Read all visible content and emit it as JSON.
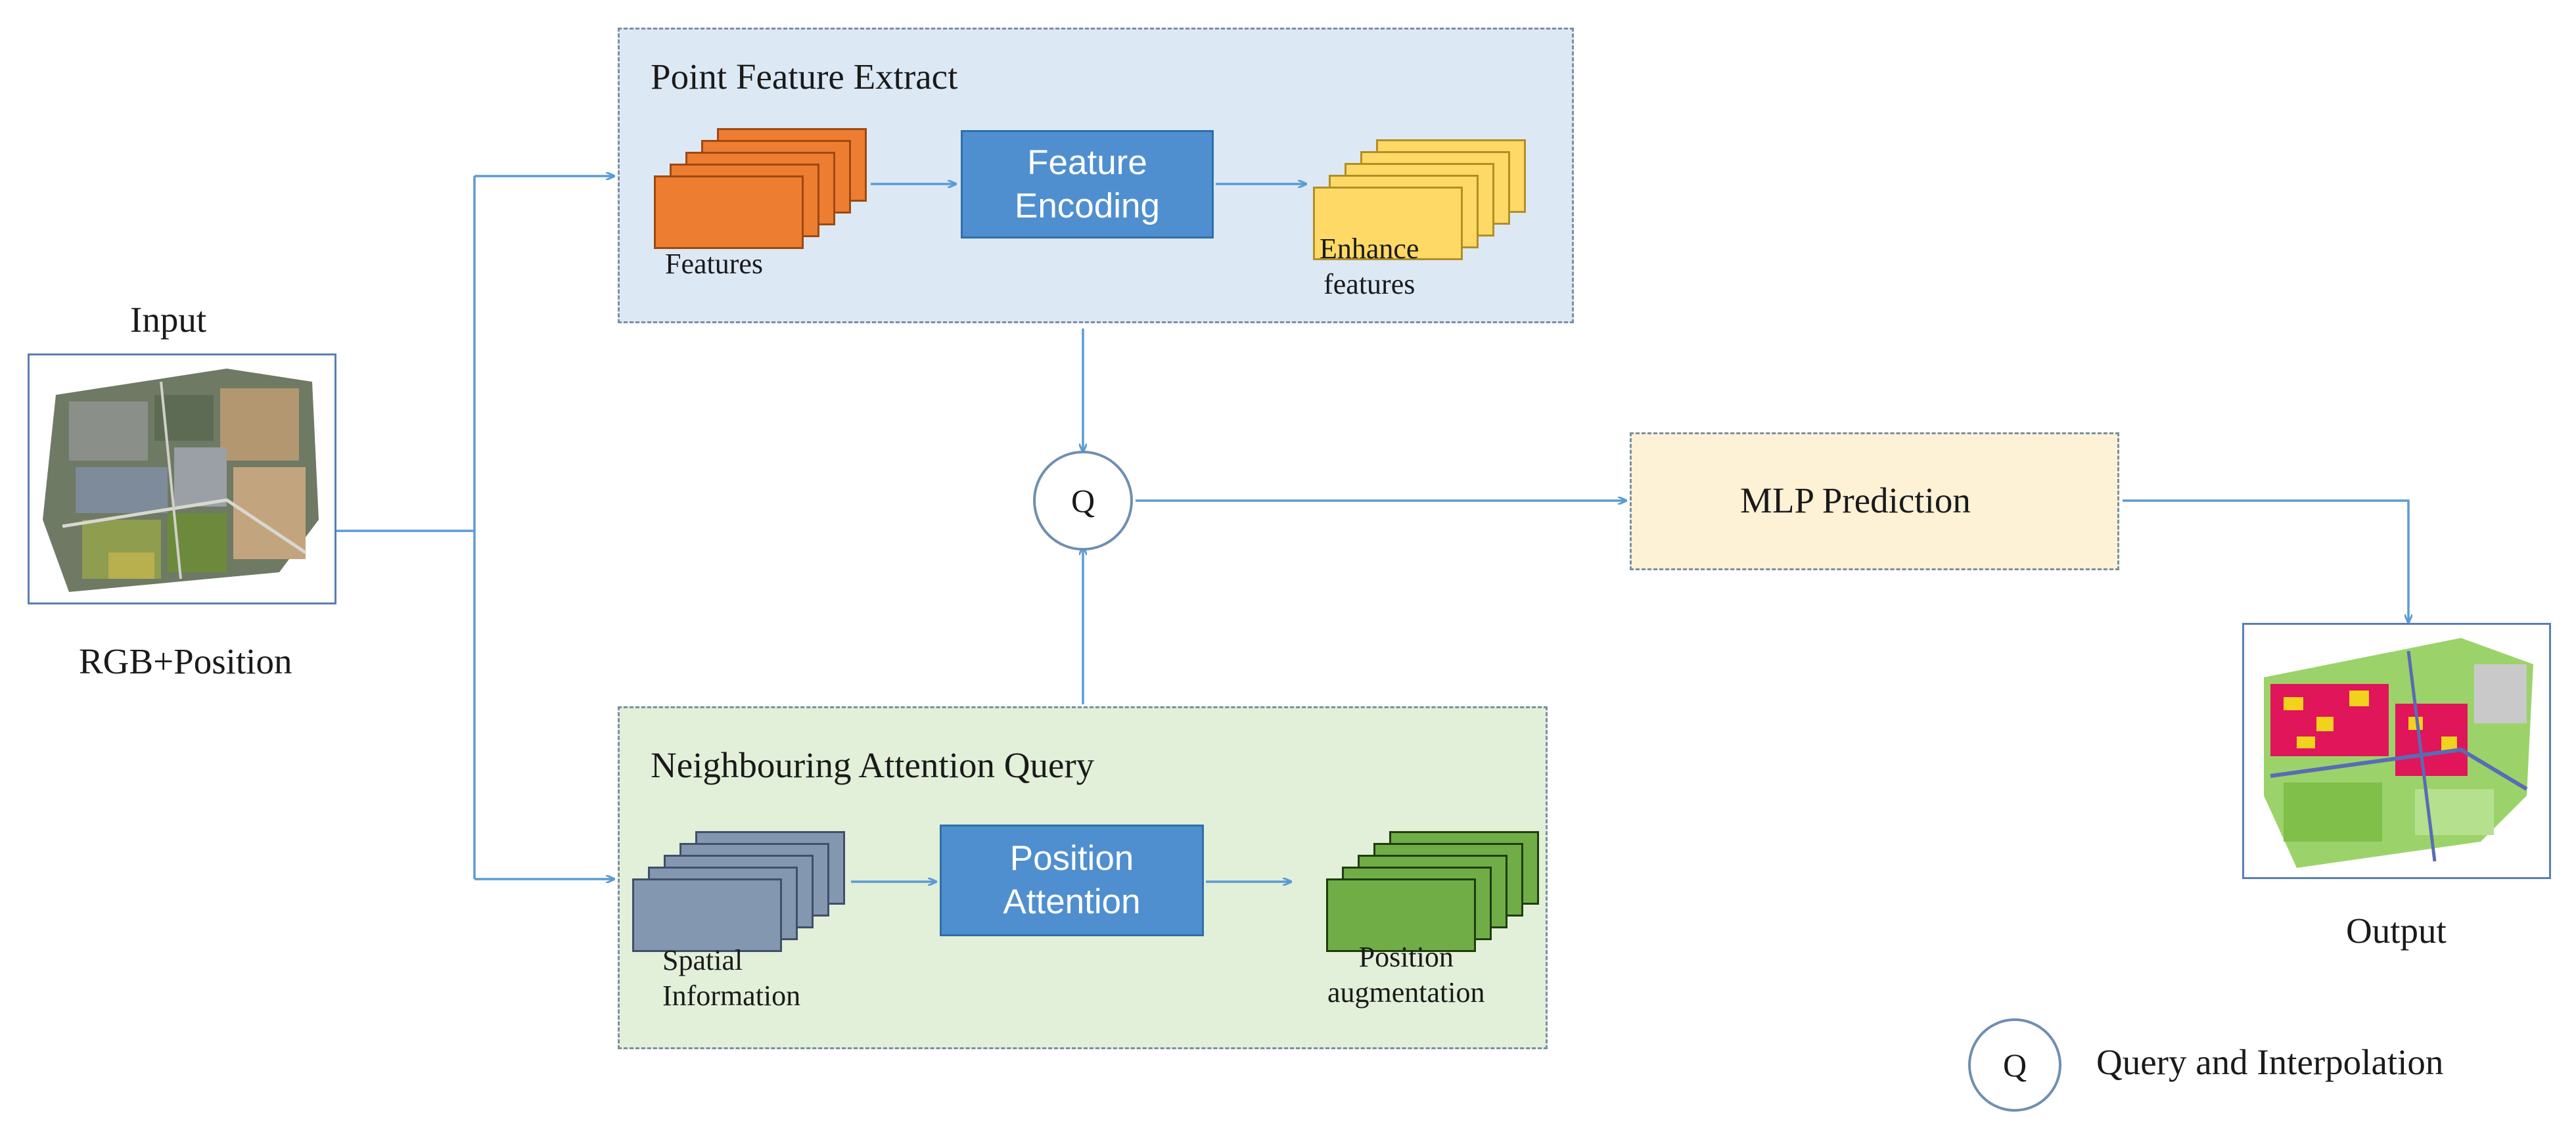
{
  "colors": {
    "wire": "#5b9bd5",
    "feature_panel_bg": "#dde8f5",
    "attention_panel_bg": "#e2efd9",
    "mlp_bg": "#fdf1d6",
    "encoder_block": "#4f8fcf",
    "features_stack": "#ed7d31",
    "enhance_stack": "#ffd966",
    "spatial_stack": "#8497b0",
    "position_stack": "#70ad47"
  },
  "input": {
    "title": "Input",
    "caption": "RGB+Position"
  },
  "feature_panel": {
    "title": "Point Feature Extract",
    "features_label": "Features",
    "encoder_line1": "Feature",
    "encoder_line2": "Encoding",
    "enhance_line1": "Enhance",
    "enhance_line2": "features"
  },
  "attention_panel": {
    "title": "Neighbouring Attention Query",
    "spatial_line1": "Spatial",
    "spatial_line2": "Information",
    "attention_line1": "Position",
    "attention_line2": "Attention",
    "augment_line1": "Position",
    "augment_line2": "augmentation"
  },
  "query_node": {
    "symbol": "Q"
  },
  "mlp": {
    "label": "MLP Prediction"
  },
  "output": {
    "caption": "Output"
  },
  "legend": {
    "symbol": "Q",
    "text": "Query and Interpolation"
  }
}
